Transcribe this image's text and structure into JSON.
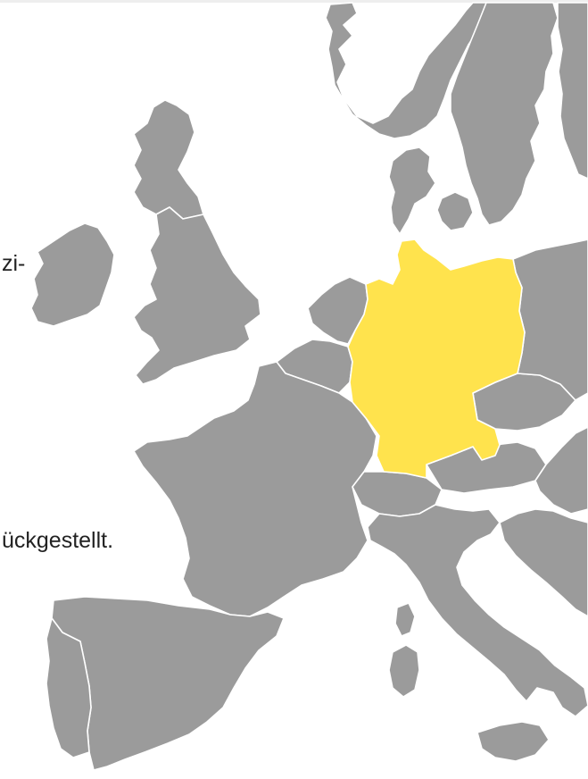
{
  "text_fragments": {
    "fragment_1": "zi-",
    "fragment_2": "ückgestellt."
  },
  "map": {
    "highlighted_country": "germany",
    "colors": {
      "land": "#9b9b9b",
      "highlight": "#ffe34d",
      "border": "#ffffff",
      "sea": "#ffffff"
    }
  }
}
